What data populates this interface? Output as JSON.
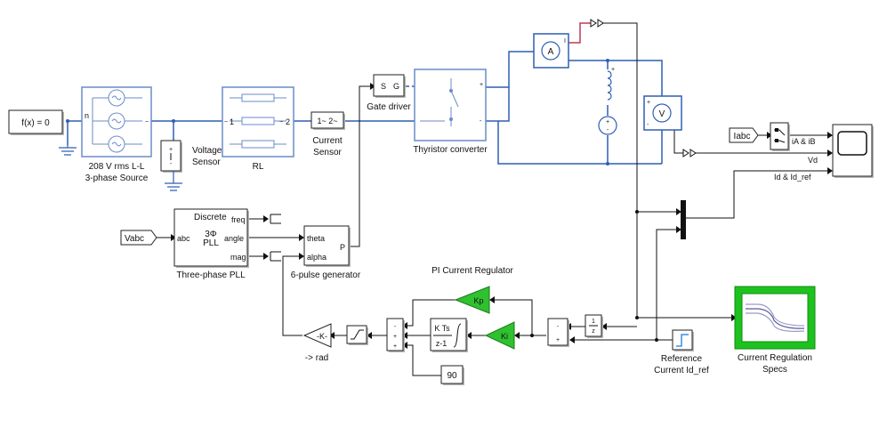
{
  "blocks": {
    "fx": "f(x) = 0",
    "source_neutral": "n",
    "source_label_1": "208 V rms L-L",
    "source_label_2": "3-phase Source",
    "voltage_sensor_label_1": "Voltage",
    "voltage_sensor_label_2": "Sensor",
    "rl_label": "RL",
    "rl_port_1": "1",
    "rl_port_2": "2",
    "current_sensor_text": "1~ 2~",
    "current_sensor_label_1": "Current",
    "current_sensor_label_2": "Sensor",
    "gate_driver_s": "S",
    "gate_driver_g": "G",
    "gate_driver_label": "Gate driver",
    "thyristor_label": "Thyristor converter",
    "ammeter": "A",
    "voltmeter": "V",
    "iabc_tag": "Iabc",
    "vabc_tag": "Vabc",
    "scope_in_1": "iA & iB",
    "scope_in_2": "Vd",
    "scope_in_3": "Id & Id_ref",
    "pll_discrete": "Discrete",
    "pll_freq": "freq",
    "pll_abc": "abc",
    "pll_3phi": "3Φ",
    "pll_pll": "PLL",
    "pll_angle": "angle",
    "pll_mag": "mag",
    "pll_label": "Three-phase PLL",
    "pulse_theta": "theta",
    "pulse_alpha": "alpha",
    "pulse_p": "P",
    "pulse_label": "6-pulse generator",
    "pi_title": "PI Current Regulator",
    "kp": "Kp",
    "ki": "Ki",
    "integrator_top": "K Ts",
    "integrator_bottom": "z-1",
    "constant_90": "90",
    "gain_neg_k": "-K-",
    "rad_label": "-> rad",
    "delay_num": "1",
    "delay_den": "z",
    "reference_label_1": "Reference",
    "reference_label_2": "Current Id_ref",
    "specs_label_1": "Current Regulation",
    "specs_label_2": "Specs"
  },
  "colors": {
    "electrical": "#2f5fb3",
    "gain_fill": "#2fc12f",
    "specs_green": "#1ec21e",
    "ref_step": "#3a8fe0",
    "red_wire": "#c03a52"
  }
}
